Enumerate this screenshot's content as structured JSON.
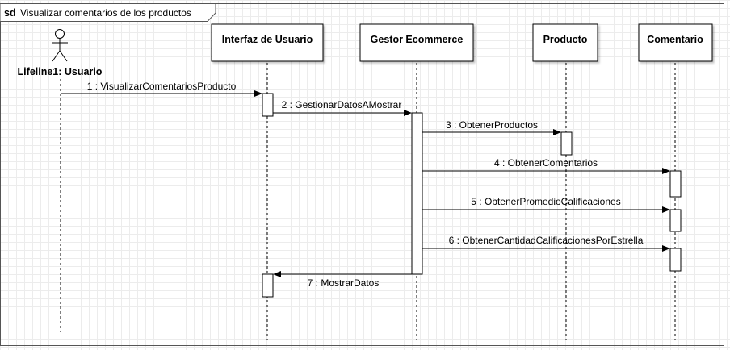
{
  "frame": {
    "keyword": "sd",
    "title": "Visualizar comentarios de los productos"
  },
  "actor": {
    "label": "Lifeline1: Usuario"
  },
  "lifelines": [
    {
      "label": "Interfaz de Usuario"
    },
    {
      "label": "Gestor Ecommerce"
    },
    {
      "label": "Producto"
    },
    {
      "label": "Comentario"
    }
  ],
  "messages": [
    {
      "label": "1 : VisualizarComentariosProducto"
    },
    {
      "label": "2 : GestionarDatosAMostrar"
    },
    {
      "label": "3 : ObtenerProductos"
    },
    {
      "label": "4 : ObtenerComentarios"
    },
    {
      "label": "5 : ObtenerPromedioCalificaciones"
    },
    {
      "label": "6 : ObtenerCantidadCalificacionesPorEstrella"
    },
    {
      "label": "7 : MostrarDatos"
    }
  ],
  "colors": {
    "line": "#000000",
    "grid": "#ececec",
    "box_fill": "#ffffff"
  }
}
